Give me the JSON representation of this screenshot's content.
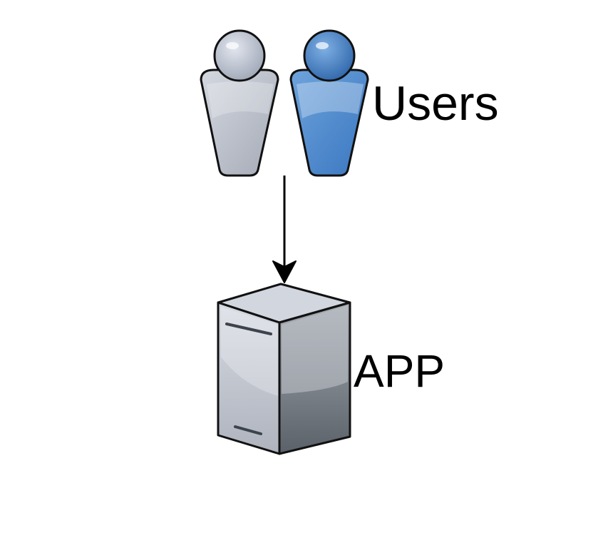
{
  "nodes": {
    "users": {
      "label": "Users",
      "icon": "users-icon"
    },
    "app": {
      "label": "APP",
      "icon": "server-icon"
    }
  },
  "edges": [
    {
      "from": "users",
      "to": "app",
      "style": "solid-arrow"
    }
  ],
  "colors": {
    "user_gray": "#b8bfcc",
    "user_blue": "#3b78c2",
    "server_light": "#c9ced8",
    "server_mid": "#9aa0a8",
    "server_dark": "#5c636b",
    "outline": "#111111"
  }
}
